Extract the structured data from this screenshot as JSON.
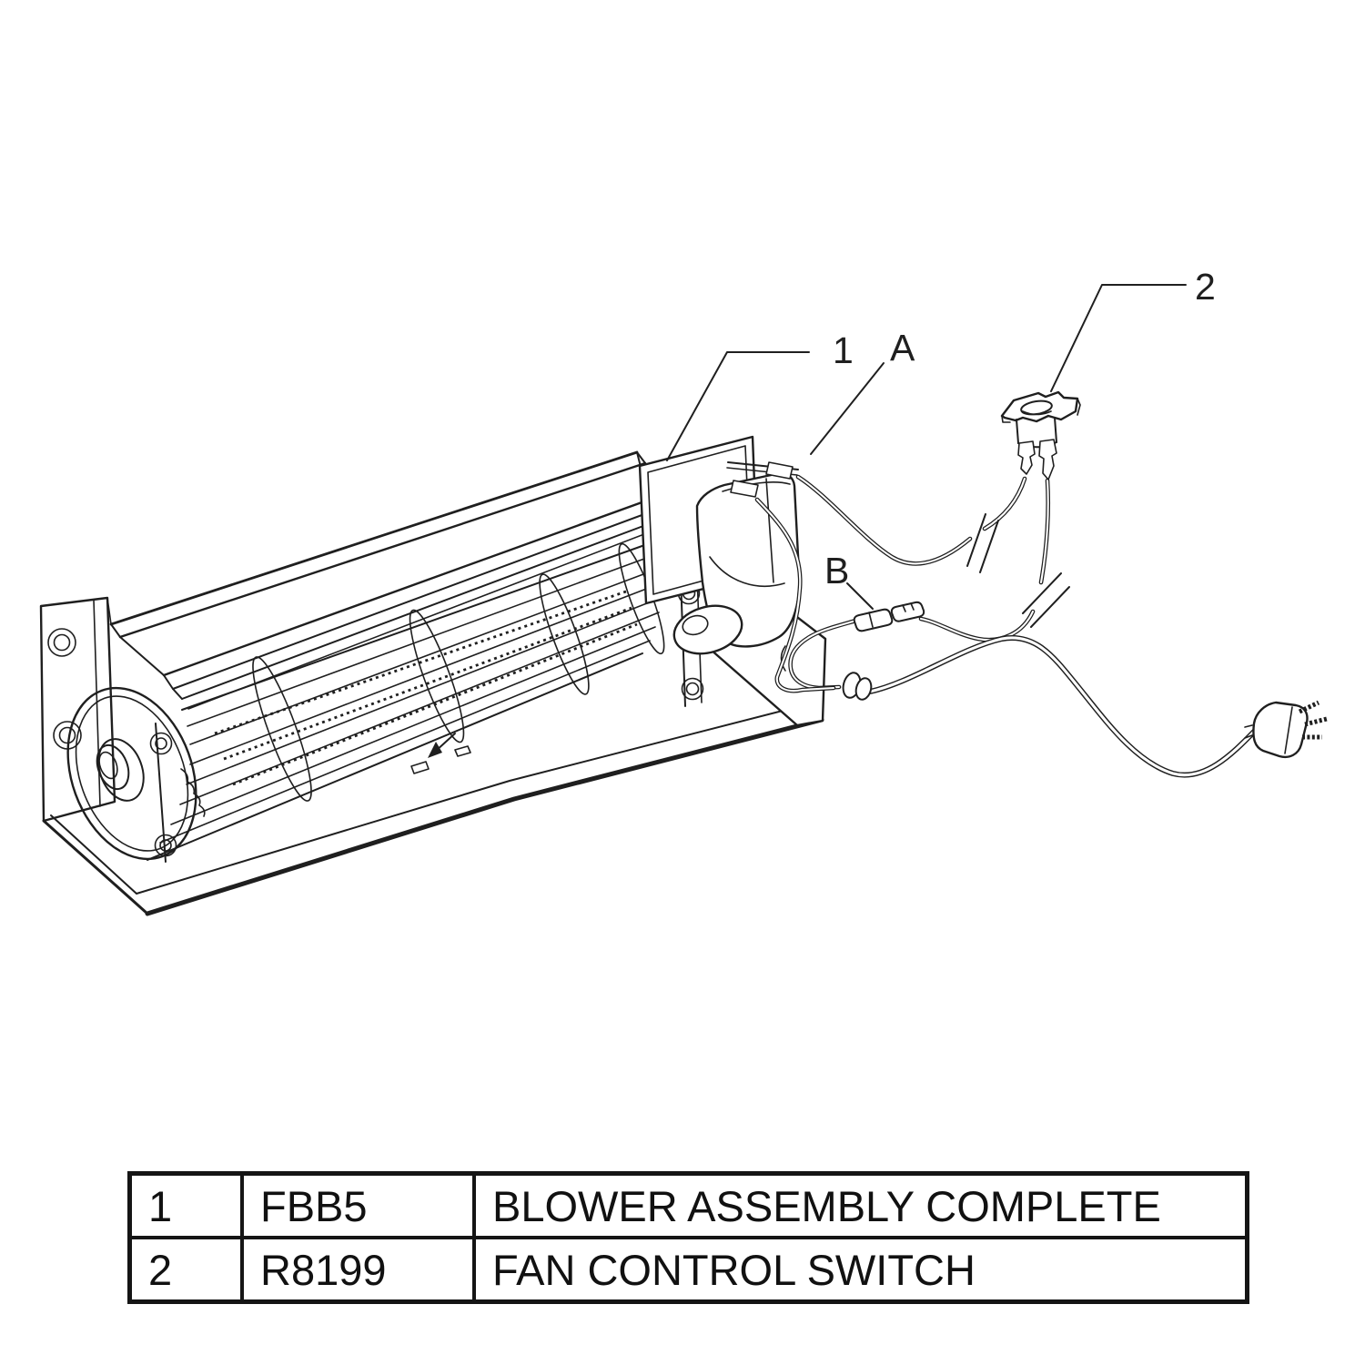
{
  "figure": {
    "title": "Blower assembly exploded parts diagram",
    "callouts": {
      "c1": "1",
      "cA": "A",
      "c2": "2",
      "cB": "B"
    }
  },
  "parts_table": {
    "rows": [
      {
        "item": "1",
        "part_number": "FBB5",
        "description": "BLOWER ASSEMBLY COMPLETE"
      },
      {
        "item": "2",
        "part_number": "R8199",
        "description": "FAN CONTROL SWITCH"
      }
    ]
  },
  "colors": {
    "line": "#1f1f1f",
    "background": "#ffffff"
  }
}
